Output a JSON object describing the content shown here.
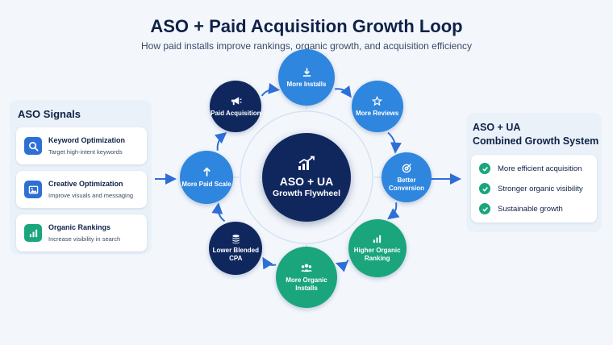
{
  "header": {
    "title": "ASO + Paid Acquisition Growth Loop",
    "subtitle": "How paid installs improve rankings, organic growth, and acquisition efficiency"
  },
  "aso_signals": {
    "heading": "ASO Signals",
    "items": [
      {
        "title": "Keyword Optimization",
        "description": "Target high-intent keywords",
        "icon": "search-icon"
      },
      {
        "title": "Creative Optimization",
        "description": "Improve visuals and messaging",
        "icon": "image-icon"
      },
      {
        "title": "Organic Rankings",
        "description": "Increase visibility in search",
        "icon": "bar-chart-icon"
      }
    ]
  },
  "loop": {
    "center": {
      "title": "ASO + UA",
      "subtitle": "Growth Flywheel",
      "icon": "trending-up-icon"
    },
    "nodes": [
      {
        "label": "More Installs",
        "icon": "download-icon"
      },
      {
        "label": "More Reviews",
        "icon": "star-icon"
      },
      {
        "label": "Better Conversion",
        "icon": "target-icon"
      },
      {
        "label": "Higher Organic Ranking",
        "icon": "bar-chart-icon"
      },
      {
        "label": "More Organic Installs",
        "icon": "users-icon"
      },
      {
        "label": "Lower Blended CPA",
        "icon": "coins-icon"
      },
      {
        "label": "More Paid Scale",
        "icon": "arrow-up-icon"
      },
      {
        "label": "Paid Acquisition",
        "icon": "megaphone-icon"
      }
    ]
  },
  "combined_system": {
    "heading_line1": "ASO + UA",
    "heading_line2": "Combined Growth System",
    "results": [
      {
        "label": "More efficient acquisition"
      },
      {
        "label": "Stronger organic visibility"
      },
      {
        "label": "Sustainable growth"
      }
    ]
  },
  "colors": {
    "navy": "#10275e",
    "blue": "#2e86de",
    "teal": "#1aa57d",
    "accent_arrow": "#2e6fd6"
  }
}
